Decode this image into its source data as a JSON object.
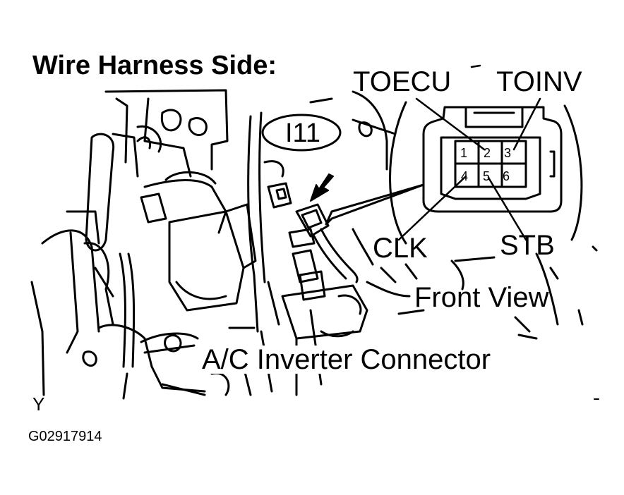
{
  "title": "Wire Harness Side:",
  "connector_id": "I11",
  "pins": [
    "1",
    "2",
    "3",
    "4",
    "5",
    "6"
  ],
  "callouts": {
    "toecu": "TOECU",
    "toinv": "TOINV",
    "clk": "CLK",
    "stb": "STB",
    "front_view": "Front View",
    "connector_name": "A/C Inverter Connector"
  },
  "footer": {
    "marker": "Y",
    "figure_code": "G02917914"
  }
}
